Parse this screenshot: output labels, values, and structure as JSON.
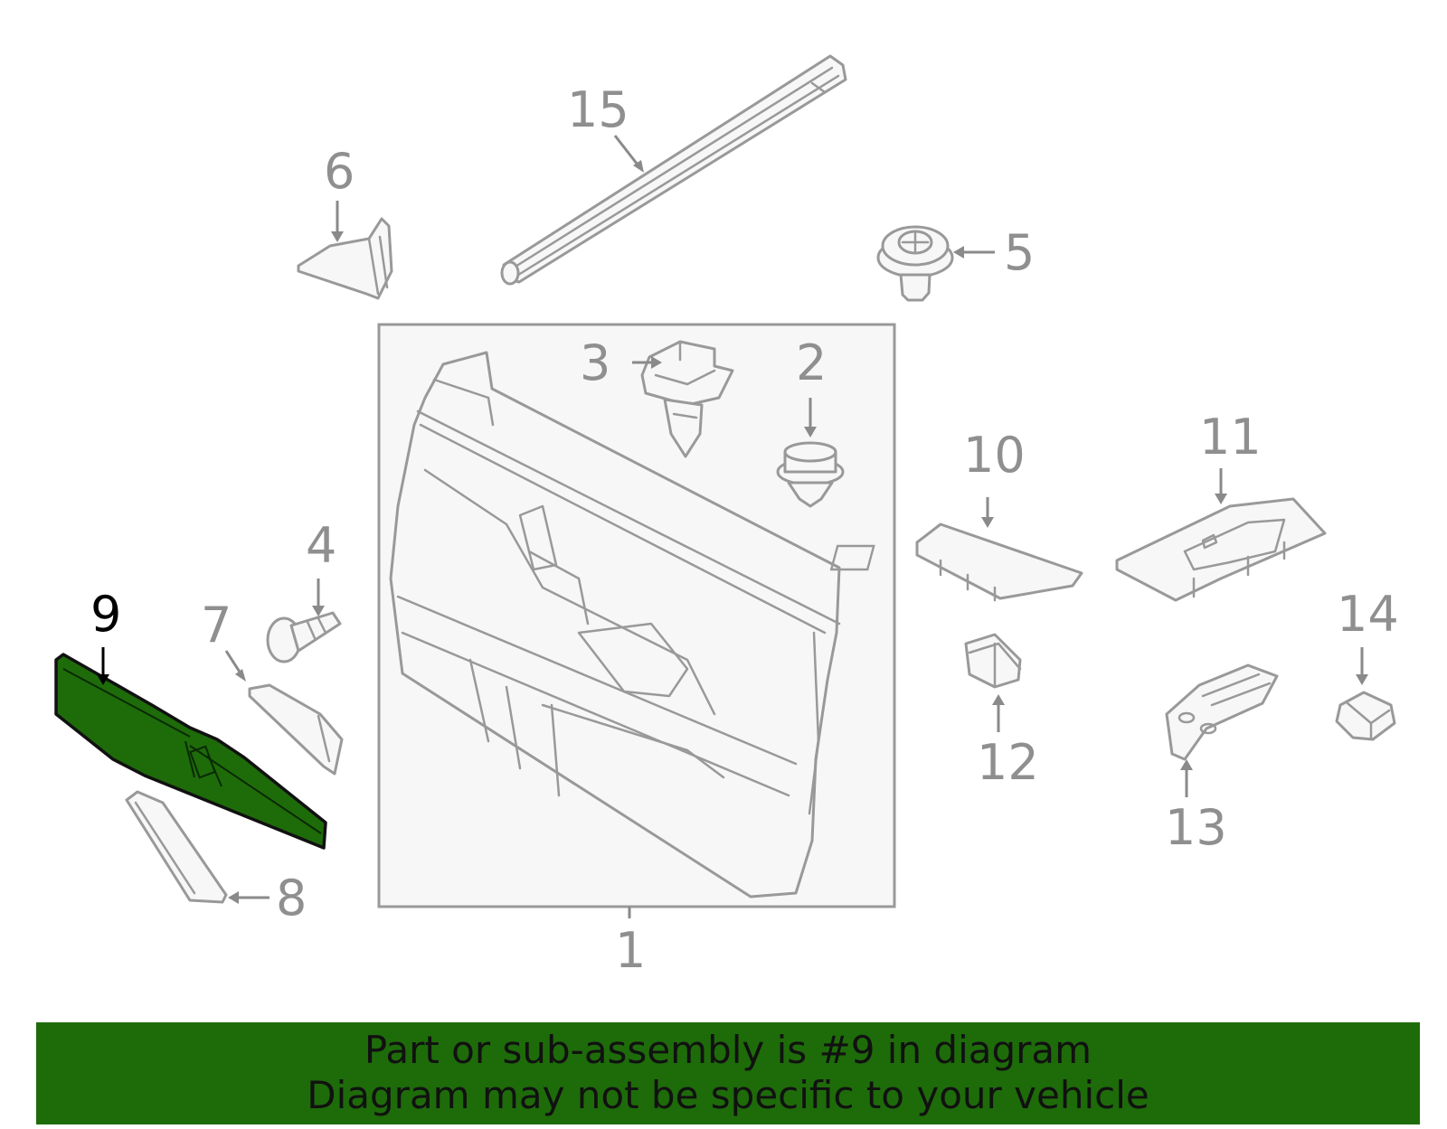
{
  "diagram": {
    "highlighted_part": "9",
    "callouts": [
      {
        "id": "c1",
        "label": "1"
      },
      {
        "id": "c2",
        "label": "2"
      },
      {
        "id": "c3",
        "label": "3"
      },
      {
        "id": "c4",
        "label": "4"
      },
      {
        "id": "c5",
        "label": "5"
      },
      {
        "id": "c6",
        "label": "6"
      },
      {
        "id": "c7",
        "label": "7"
      },
      {
        "id": "c8",
        "label": "8"
      },
      {
        "id": "c9",
        "label": "9"
      },
      {
        "id": "c10",
        "label": "10"
      },
      {
        "id": "c11",
        "label": "11"
      },
      {
        "id": "c12",
        "label": "12"
      },
      {
        "id": "c13",
        "label": "13"
      },
      {
        "id": "c14",
        "label": "14"
      },
      {
        "id": "c15",
        "label": "15"
      }
    ],
    "colors": {
      "highlight": "#1e6b0a",
      "part_stroke": "#999999",
      "callout_text": "#8f8f8f",
      "banner_background": "#1e6b0a"
    }
  },
  "banner": {
    "line1": "Part or sub-assembly is #9 in diagram",
    "line2": "Diagram may not be specific to your vehicle"
  }
}
